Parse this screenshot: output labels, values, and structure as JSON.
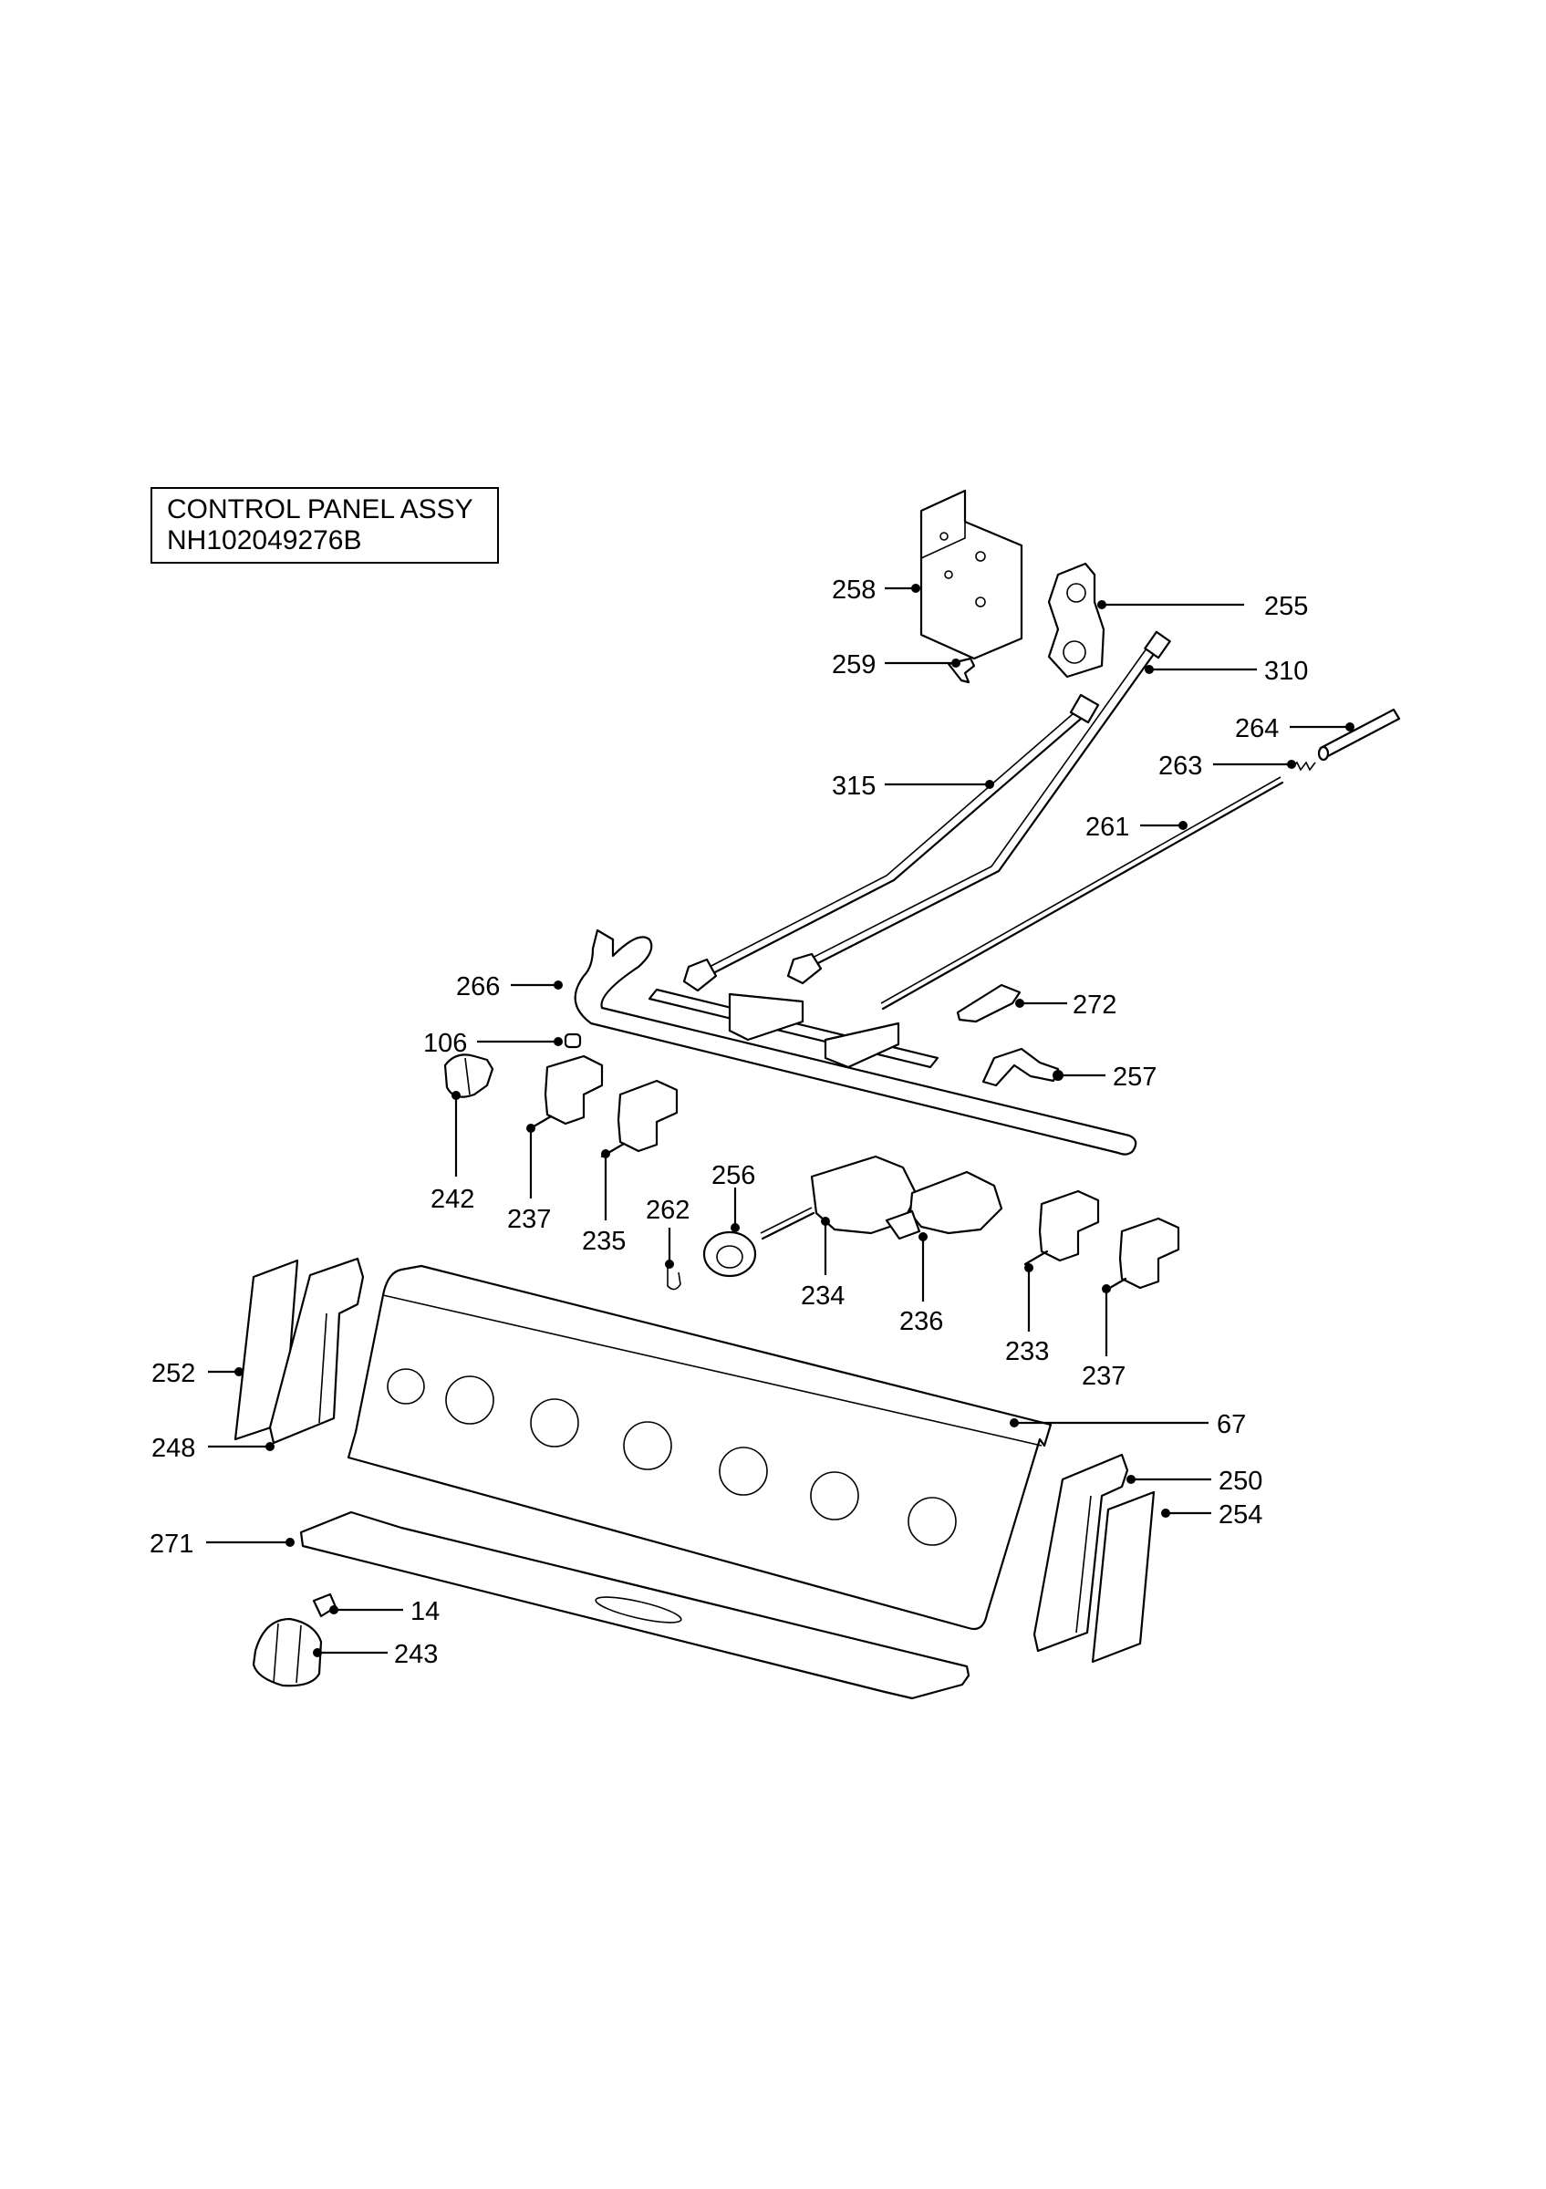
{
  "title_block": {
    "line1": "CONTROL PANEL ASSY",
    "line2": "NH102049276B"
  },
  "callouts": {
    "c258": "258",
    "c255": "255",
    "c259": "259",
    "c310": "310",
    "c264": "264",
    "c263": "263",
    "c315": "315",
    "c261": "261",
    "c266": "266",
    "c272": "272",
    "c106": "106",
    "c257": "257",
    "c242": "242",
    "c237a": "237",
    "c235": "235",
    "c256": "256",
    "c262": "262",
    "c234": "234",
    "c236": "236",
    "c233": "233",
    "c237b": "237",
    "c252": "252",
    "c248": "248",
    "c67": "67",
    "c250": "250",
    "c254": "254",
    "c271": "271",
    "c14": "14",
    "c243": "243"
  }
}
